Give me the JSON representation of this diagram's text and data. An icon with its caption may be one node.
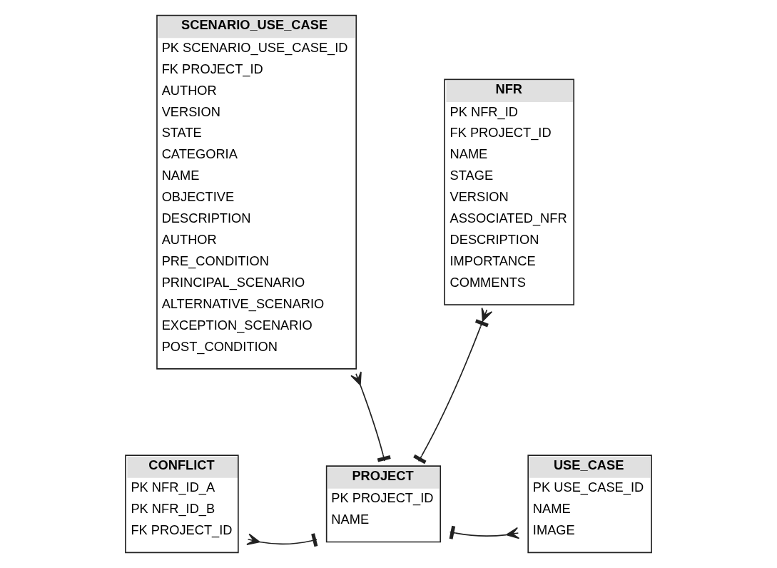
{
  "diagram": {
    "nodes": [
      {
        "text": [
          "SCENARIO_USE_CASE",
          "PK SCENARIO_USE_CASE_ID",
          "FK PROJECT_ID",
          "AUTHOR",
          "VERSION",
          "STATE",
          "CATEGORIA",
          "NAME",
          "OBJECTIVE",
          "DESCRIPTION",
          "AUTHOR",
          "PRE_CONDITION",
          "PRINCIPAL_SCENARIO",
          "ALTERNATIVE_SCENARIO",
          "EXCEPTION_SCENARIO",
          "POST_CONDITION"
        ]
      },
      {
        "text": [
          "NFR",
          "PK NFR_ID",
          "FK PROJECT_ID",
          "NAME",
          "STAGE",
          "VERSION",
          "ASSOCIATED_NFR",
          "DESCRIPTION",
          "IMPORTANCE",
          "COMMENTS"
        ]
      },
      {
        "text": [
          "CONFLICT",
          "PK NFR_ID_A",
          "PK NFR_ID_B",
          "FK PROJECT_ID"
        ]
      },
      {
        "text": [
          "PROJECT",
          "PK PROJECT_ID",
          "NAME"
        ]
      },
      {
        "text": [
          "USE_CASE",
          "PK USE_CASE_ID",
          "NAME",
          "IMAGE"
        ]
      }
    ],
    "edges": [
      {
        "from": 3,
        "to": 1,
        "arrow": "other"
      },
      {
        "from": 3,
        "to": 0,
        "arrow": "other"
      },
      {
        "from": 3,
        "to": 2,
        "arrow": "other"
      },
      {
        "from": 3,
        "to": 4,
        "arrow": "other"
      }
    ]
  }
}
